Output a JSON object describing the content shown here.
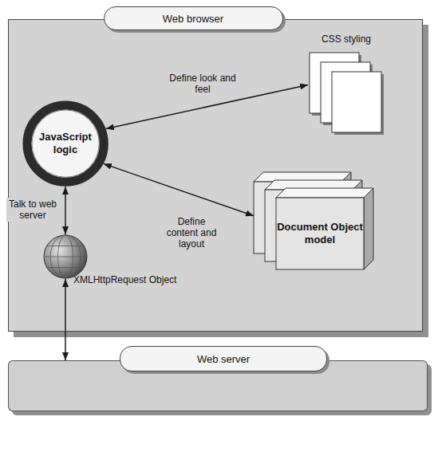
{
  "diagram": {
    "nodes": [
      {
        "text": [
          "Web browser"
        ]
      },
      {
        "text": [
          "JavaScript logic"
        ],
        "in": 0
      },
      {
        "text": [
          "CSS styling"
        ],
        "in": 0
      },
      {
        "text": [
          "Document Object model"
        ],
        "in": 0
      },
      {
        "text": [
          "XMLHttpRequest Object"
        ],
        "in": 0
      },
      {
        "text": [
          "Web server"
        ]
      }
    ],
    "edges": [
      {
        "from": 1,
        "to": 2,
        "arrow": "both",
        "label": "Define look and feel"
      },
      {
        "from": 1,
        "to": 3,
        "arrow": "both",
        "label": "Define content and layout"
      },
      {
        "from": 1,
        "to": 4,
        "arrow": "both",
        "label": "Talk to web server"
      },
      {
        "from": 4,
        "to": 5,
        "arrow": "both"
      }
    ]
  }
}
